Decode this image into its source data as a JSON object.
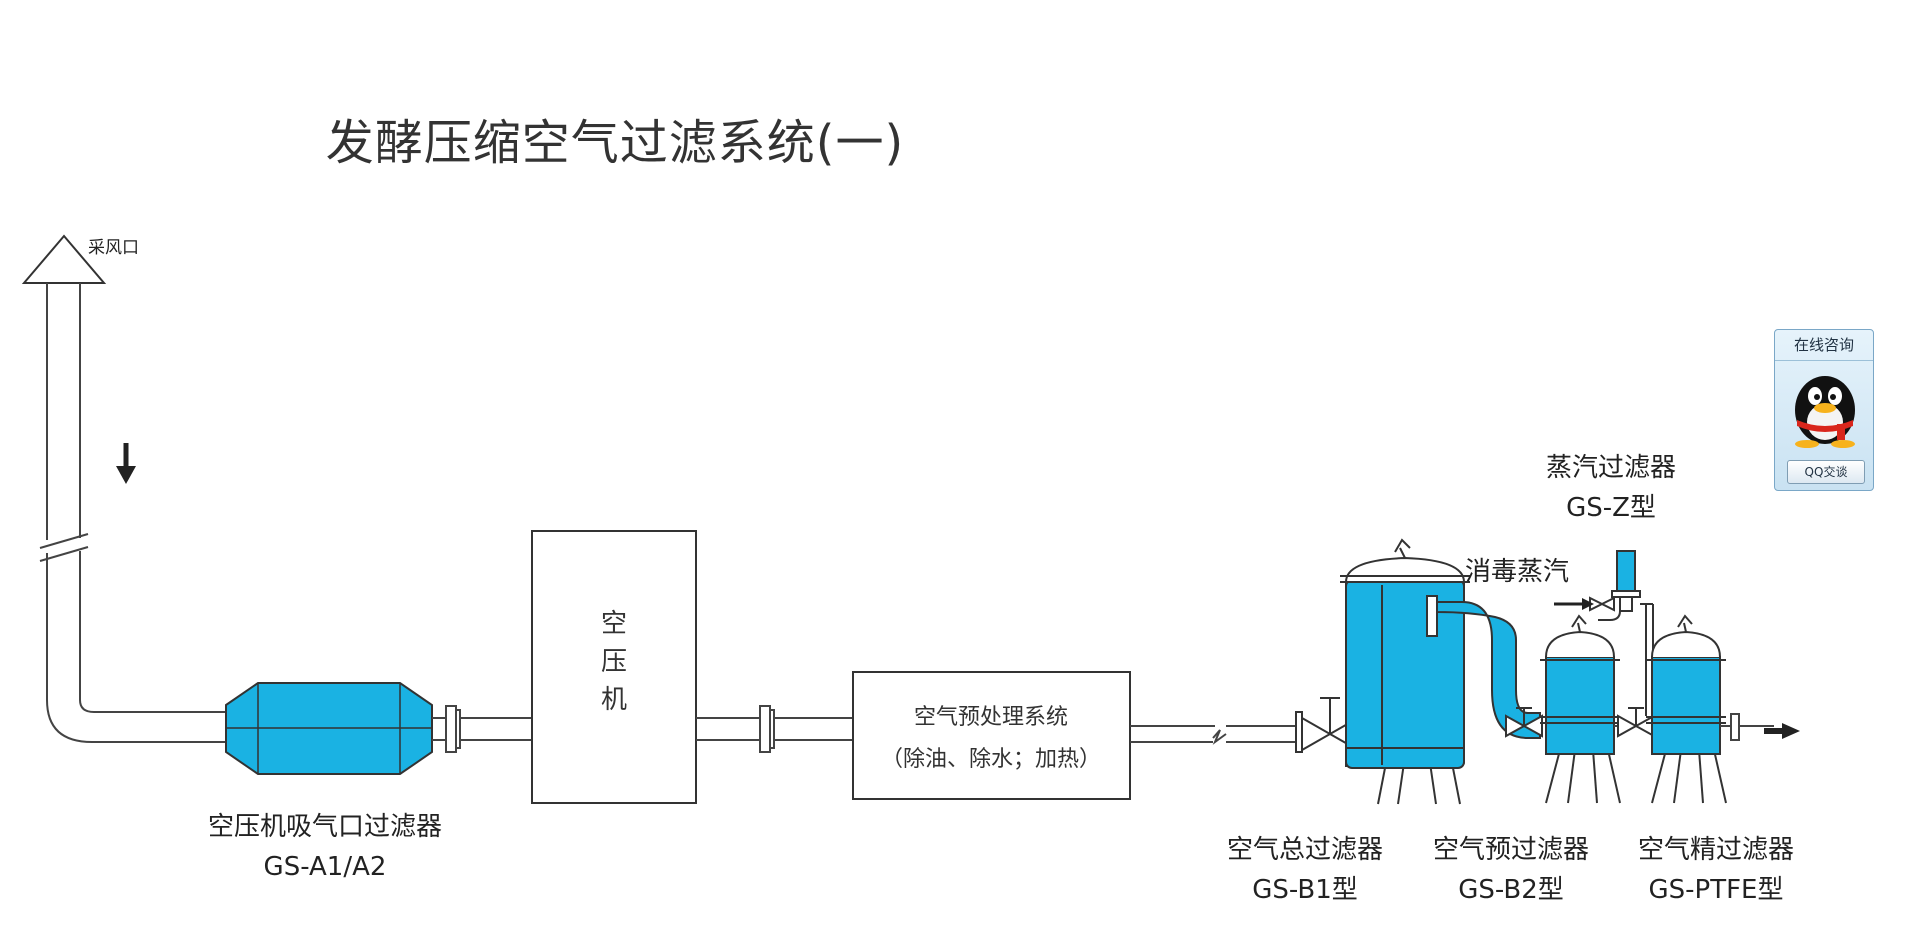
{
  "title": "发酵压缩空气过滤系统(一)",
  "diagram": {
    "intake_label": "采风口",
    "compressor_label": "空压机",
    "pretreat": {
      "name": "空气预处理系统",
      "detail": "（除油、除水；加热）"
    },
    "steam_label": "消毒蒸汽",
    "components": {
      "intake_filter": {
        "name": "空压机吸气口过滤器",
        "model": "GS-A1/A2"
      },
      "main_filter": {
        "name": "空气总过滤器",
        "model": "GS-B1型"
      },
      "pre_filter": {
        "name": "空气预过滤器",
        "model": "GS-B2型"
      },
      "fine_filter": {
        "name": "空气精过滤器",
        "model": "GS-PTFE型"
      },
      "steam_filter": {
        "name": "蒸汽过滤器",
        "model": "GS-Z型"
      }
    }
  },
  "colors": {
    "vessel_fill": "#1ab2e3",
    "line": "#333333",
    "pipe": "#555555"
  },
  "qq_widget": {
    "header": "在线咨询",
    "button": "QQ交谈",
    "icon": "qq-penguin-icon"
  }
}
